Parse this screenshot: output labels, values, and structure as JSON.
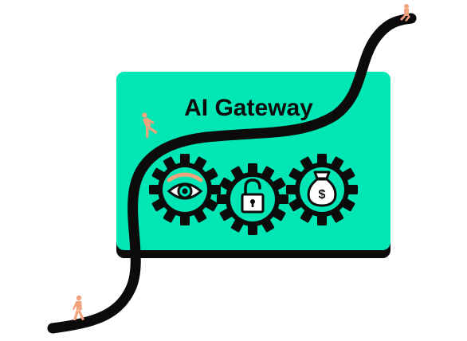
{
  "title": "AI Gateway",
  "colors": {
    "card": "#00e6b4",
    "ink": "#0b0b0b",
    "figure": "#f2a27c",
    "background": "#ffffff"
  },
  "gears": [
    {
      "name": "observability",
      "icon": "eye-icon"
    },
    {
      "name": "security",
      "icon": "unlocked-padlock-icon"
    },
    {
      "name": "cost",
      "icon": "money-bag-icon"
    }
  ],
  "money_symbol": "$",
  "figures": [
    "walking-person-bottom",
    "walking-person-middle",
    "sitting-person-top"
  ]
}
